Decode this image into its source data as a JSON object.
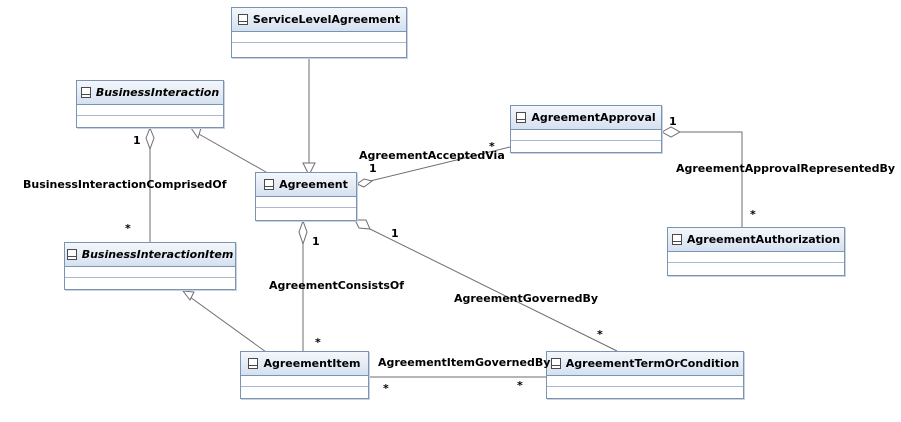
{
  "classes": {
    "service_level_agreement": "ServiceLevelAgreement",
    "business_interaction": "BusinessInteraction",
    "agreement_approval": "AgreementApproval",
    "agreement": "Agreement",
    "agreement_authorization": "AgreementAuthorization",
    "business_interaction_item": "BusinessInteractionItem",
    "agreement_item": "AgreementItem",
    "agreement_term_or_condition": "AgreementTermOrCondition"
  },
  "associations": {
    "agreement_accepted_via": "AgreementAcceptedVia",
    "agreement_approval_represented_by": "AgreementApprovalRepresentedBy",
    "business_interaction_comprised_of": "BusinessInteractionComprisedOf",
    "agreement_consists_of": "AgreementConsistsOf",
    "agreement_governed_by": "AgreementGovernedBy",
    "agreement_item_governed_by": "AgreementItemGovernedBy"
  },
  "multiplicities": {
    "accepted_via_approval_end": "*",
    "accepted_via_agreement_end": "1",
    "approval_represented_approval_end": "1",
    "approval_represented_authorization_end": "*",
    "comprised_of_interaction_end": "1",
    "comprised_of_item_end": "*",
    "consists_of_agreement_end": "1",
    "consists_of_item_end": "*",
    "governed_by_agreement_end": "1",
    "governed_by_term_end": "*",
    "item_governed_by_item_end": "*",
    "item_governed_by_term_end": "*"
  }
}
